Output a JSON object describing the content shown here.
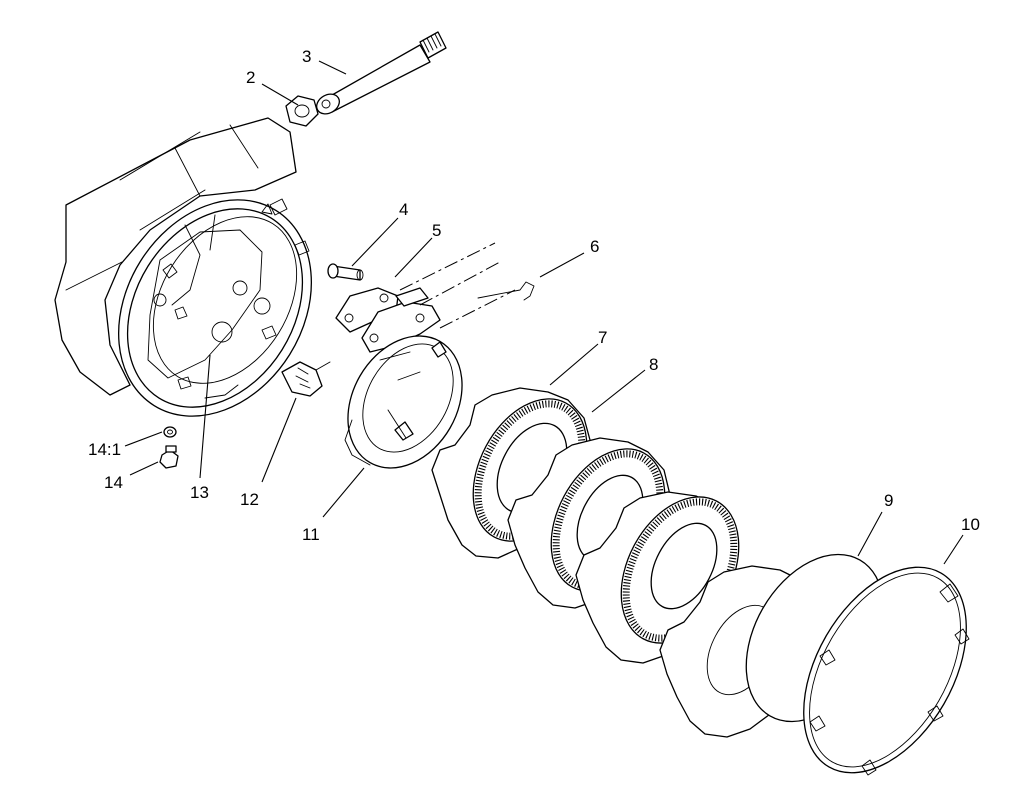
{
  "callouts": [
    {
      "id": "c2",
      "text": "2"
    },
    {
      "id": "c3",
      "text": "3"
    },
    {
      "id": "c4",
      "text": "4"
    },
    {
      "id": "c5",
      "text": "5"
    },
    {
      "id": "c6",
      "text": "6"
    },
    {
      "id": "c7",
      "text": "7"
    },
    {
      "id": "c8",
      "text": "8"
    },
    {
      "id": "c9",
      "text": "9"
    },
    {
      "id": "c10",
      "text": "10"
    },
    {
      "id": "c11",
      "text": "11"
    },
    {
      "id": "c12",
      "text": "12"
    },
    {
      "id": "c13",
      "text": "13"
    },
    {
      "id": "c14",
      "text": "14"
    },
    {
      "id": "c14_1",
      "text": "14:1"
    }
  ]
}
